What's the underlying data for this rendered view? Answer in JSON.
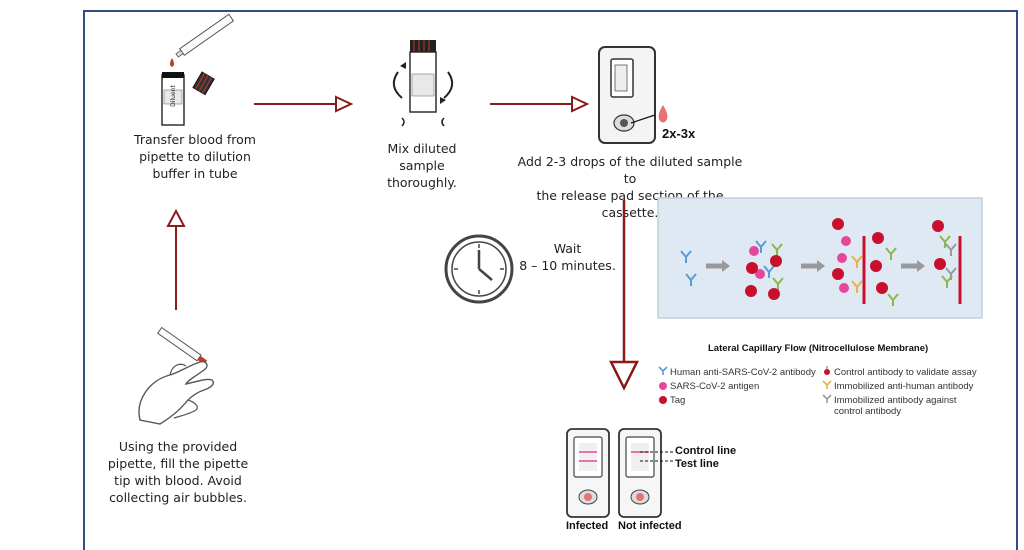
{
  "steps": {
    "transfer": "Transfer blood from\npipette to dilution\nbuffer in tube",
    "mix": "Mix diluted\nsample\nthoroughly.",
    "add": "Add 2-3 drops of the diluted sample to\nthe release pad section of the cassette.",
    "wait": "Wait\n8 – 10 minutes.",
    "fill": "Using the provided\npipette, fill the pipette\ntip with blood. Avoid\ncollecting air bubbles."
  },
  "labels": {
    "tube_label": "Diluent",
    "drops": "2x-3x",
    "control_line": "Control line",
    "test_line": "Test line",
    "infected": "Infected",
    "not_infected": "Not infected"
  },
  "panel": {
    "title": "Lateral Capillary Flow (Nitrocellulose Membrane)"
  },
  "legend": {
    "left": [
      "Human anti-SARS-CoV-2 antibody",
      "SARS-CoV-2 antigen",
      "Tag"
    ],
    "right": [
      "Control antibody to validate assay",
      "Immobilized anti-human antibody",
      "Immobilized antibody against\ncontrol antibody"
    ]
  },
  "colors": {
    "frame": "#2d4f86",
    "arrow": "#8b1a1a",
    "blood": "#c0392b",
    "tag": "#c8102e",
    "antigen": "#e6479b",
    "human_antibody": "#5b9bd5",
    "anti_human": "#e8b04a",
    "control_ab": "#8bb84a",
    "panel_bg": "#dfe9f3"
  },
  "icons": [
    "dropper-icon",
    "tube-icon",
    "cassette-icon",
    "clock-icon",
    "hand-icon",
    "blood-drop-icon"
  ]
}
